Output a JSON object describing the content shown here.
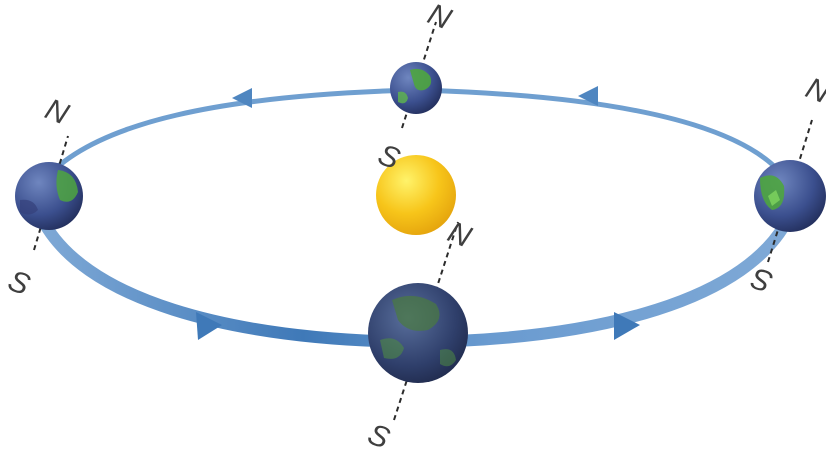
{
  "colors": {
    "orbit": "#4f86c0",
    "orbit_light": "#a9c8e6",
    "sun": "#f7c51a",
    "sun_highlight": "#fff36a",
    "earth_ocean": "#3b4f8e",
    "earth_land": "#4ea53f",
    "axis": "#2b2b2b"
  },
  "icons": {
    "sun": "sun-icon",
    "earth": "earth-globe-icon",
    "orbit_arrow": "arrowhead-icon"
  },
  "labels": {
    "north": "N",
    "south": "S"
  },
  "diagram": {
    "orbit_direction": "counterclockwise",
    "earth_positions": [
      "top",
      "left",
      "bottom",
      "right"
    ],
    "axis_tilt_deg": 23.5
  }
}
